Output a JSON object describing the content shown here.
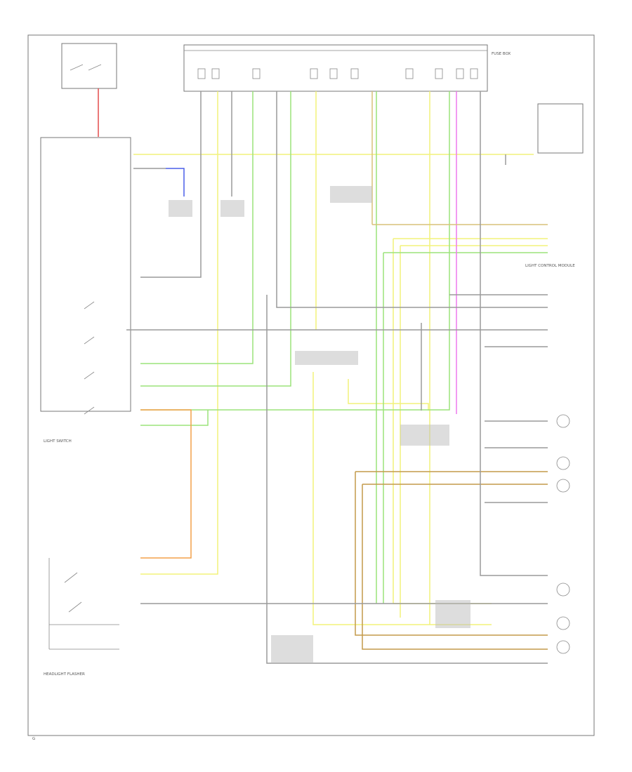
{
  "diagram": {
    "fuse_box_label": "FUSE BOX",
    "light_control_module_label": "LIGHT CONTROL MODULE",
    "light_switch_label": "LIGHT SWITCH",
    "headlight_flasher_label": "HEADLIGHT FLASHER",
    "ground_label": "G"
  },
  "colors": {
    "yellow": "#f2f27a",
    "green": "#9be37a",
    "orange": "#f4a04a",
    "magenta": "#ee7aee",
    "blue": "#4a5ee8",
    "red": "#e24a4a",
    "brown": "#c49a4a",
    "gray": "#9a9a9a",
    "tan": "#d8c27a"
  }
}
